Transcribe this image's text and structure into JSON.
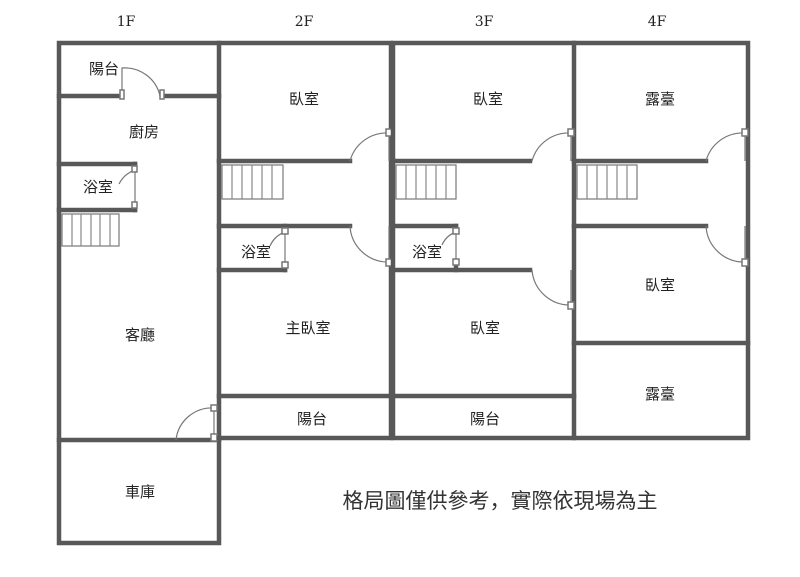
{
  "floors": {
    "f1": "1F",
    "f2": "2F",
    "f3": "3F",
    "f4": "4F"
  },
  "rooms": {
    "f1_balcony": "陽台",
    "f1_kitchen": "廚房",
    "f1_bathroom": "浴室",
    "f1_living": "客廳",
    "f1_garage": "車庫",
    "f2_bedroom": "臥室",
    "f2_bathroom": "浴室",
    "f2_master": "主臥室",
    "f2_balcony": "陽台",
    "f3_bedroom_top": "臥室",
    "f3_bathroom": "浴室",
    "f3_bedroom": "臥室",
    "f3_balcony": "陽台",
    "f4_terrace_top": "露臺",
    "f4_bedroom": "臥室",
    "f4_terrace_bottom": "露臺"
  },
  "note": "格局圖僅供參考，實際依現場為主"
}
